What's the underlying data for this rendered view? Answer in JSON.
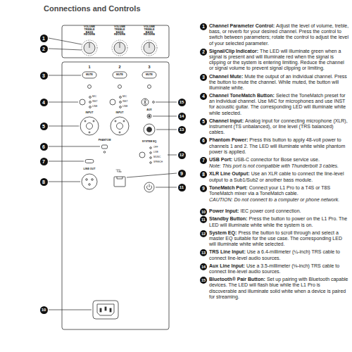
{
  "diagram": {
    "title": "Connections and Controls",
    "labels": [
      "VOLUME TREBLE BASS REVERB",
      "VOLUME TREBLE BASS REVERB",
      "VOLUME TREBLE BASS REVERB",
      "1",
      "2",
      "3",
      "MUTE",
      "MUTE",
      "MUTE",
      "MIC",
      "INST",
      "LINE",
      "MIC",
      "INST",
      "LINE",
      "INPUT",
      "INPUT",
      "PHANTOM",
      "LINE OUT",
      "AUX",
      "SYSTEM EQ",
      "OFF",
      "LIVE",
      "MUSIC",
      "SPEECH",
      "1",
      "2",
      "3",
      "4",
      "5",
      "6",
      "7",
      "8",
      "9",
      "10",
      "11",
      "12",
      "13",
      "14",
      "15",
      "1",
      "Channel Parameter Control:",
      "Adjust the level of volume, treble, bass, or reverb for your desired channel. Press the control to switch between parameters; rotate the control to adjust the level of your selected parameter.",
      "2",
      "Signal/Clip Indicator:",
      "The LED will illuminate green when a signal is present and will illuminate red when the signal is clipping or the system is entering limiting. Reduce the channel or signal volume to prevent signal clipping or limiting.",
      "3",
      "Channel Mute:",
      "Mute the output of an individual channel. Press the button to mute the channel. While muted, the button will illuminate white.",
      "4",
      "Channel ToneMatch Button:",
      "Select the ToneMatch preset for an individual channel. Use MIC for microphones and use INST for acoustic guitar. The corresponding LED will illuminate white while selected.",
      "5",
      "Channel Input:",
      "Analog input for connecting microphone (XLR), instrument (TS unbalanced), or line level (TRS balanced) cables.",
      "6",
      "Phantom Power:",
      "Press this button to apply 48-volt power to channels 1 and 2. The LED will illuminate white while phantom power is applied.",
      "7",
      "USB Port:",
      "USB-C connector for Bose service use.",
      "Note: This port is not compatible with Thunderbolt 3 cables.",
      "8",
      "XLR Line Output:",
      "Use an XLR cable to connect the line-level output to a Sub1/Sub2 or another bass module.",
      "9",
      "ToneMatch Port:",
      "Connect your L1 Pro to a T4S or T8S ToneMatch mixer via a ToneMatch cable.",
      "CAUTION: Do not connect to a computer or phone network.",
      "10",
      "Power Input:",
      "IEC power cord connection.",
      "11",
      "Standby Button:",
      "Press the button to power on the L1 Pro. The LED will illuminate white while the system is on.",
      "12",
      "System EQ:",
      "Press the button to scroll through and select a master EQ suitable for the use case. The corresponding LED will illuminate white while selected.",
      "13",
      "TRS Line Input:",
      "Use a 6.4-millimeter (¼-inch) TRS cable to connect line-level audio sources.",
      "14",
      "Aux Line Input:",
      "Use a 3.5-millimeter (⅛-inch) TRS cable to connect line-level audio sources.",
      "15",
      "Bluetooth® Pair Button:",
      "Set up pairing with Bluetooth capable devices. The LED will flash blue while the L1 Pro is discoverable and illuminate solid white when a device is paired for streaming."
    ]
  }
}
